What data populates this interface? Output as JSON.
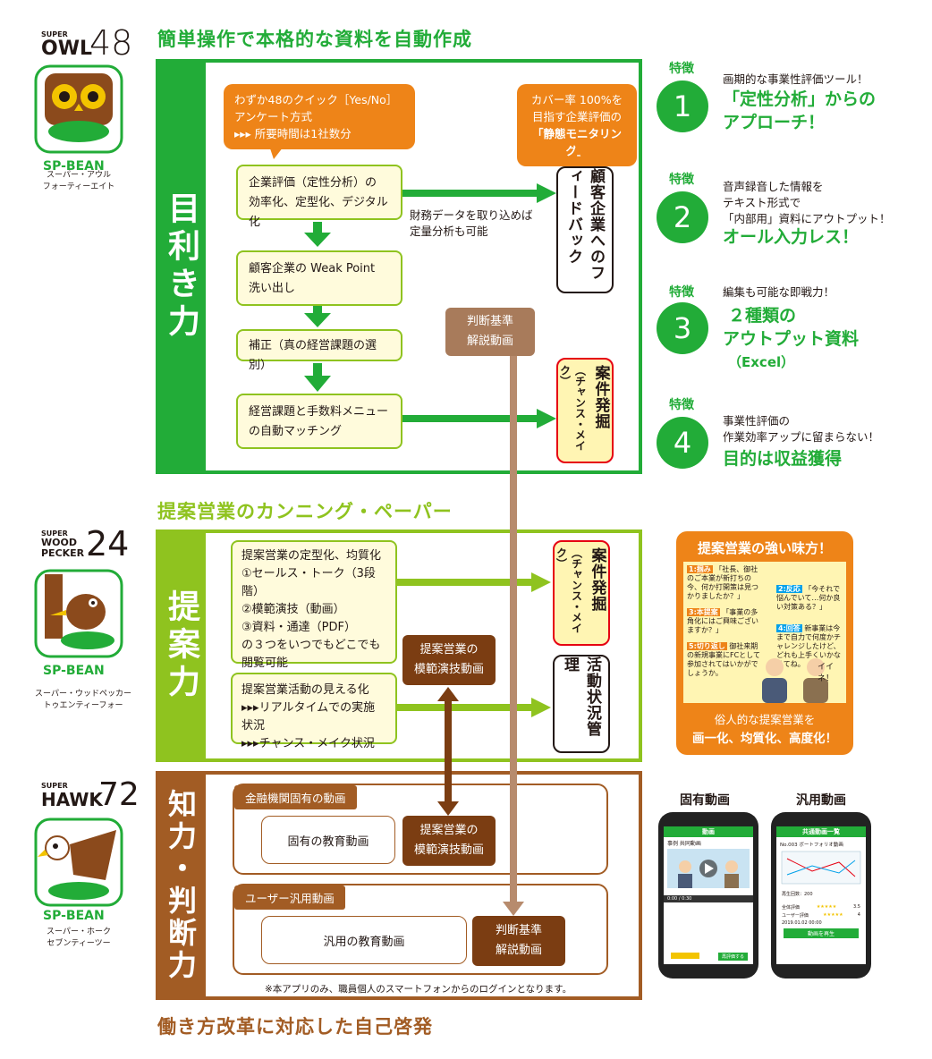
{
  "logos": {
    "owl": {
      "super": "SUPER",
      "name": "OWL",
      "num": "48",
      "brand": "SP-BEAN",
      "caption1": "スーパー・アウル",
      "caption2": "フォーティーエイト"
    },
    "woodpecker": {
      "super": "SUPER",
      "name1": "WOOD",
      "name2": "PECKER",
      "num": "24",
      "brand": "SP-BEAN",
      "caption1": "スーパー・ウッドペッカー",
      "caption2": "トゥエンティーフォー"
    },
    "hawk": {
      "super": "SUPER",
      "name": "HAWK",
      "num": "72",
      "brand": "SP-BEAN",
      "caption1": "スーパー・ホーク",
      "caption2": "セブンティーツー"
    }
  },
  "headings": {
    "section1": "簡単操作で本格的な資料を自動作成",
    "section2": "提案営業のカンニング・ペーパー",
    "section3": "働き方改革に対応した自己啓発"
  },
  "section1": {
    "band": "目利き力",
    "bubble_left": {
      "line1": "わずか48のクイック［Yes/No］",
      "line2": "アンケート方式",
      "line3": "▸▸▸ 所要時間は1社数分"
    },
    "bubble_right": {
      "line1": "カバー率 100%を",
      "line2": "目指す企業評価の",
      "line3": "「静態モニタリング」"
    },
    "steps": [
      {
        "line1": "企業評価（定性分析）の",
        "line2": "効率化、定型化、デジタル化"
      },
      {
        "line1": "顧客企業の Weak Point",
        "line2": "洗い出し"
      },
      {
        "line1": "補正（真の経営課題の選別）",
        "line2": ""
      },
      {
        "line1": "経営課題と手数料メニュー",
        "line2": "の自動マッチング"
      }
    ],
    "finance_note": {
      "line1": "財務データを取り込めば",
      "line2": "定量分析も可能"
    },
    "feedback": "顧客企業へのフィードバック",
    "criteria_video": {
      "line1": "判断基準",
      "line2": "解説動画"
    },
    "deal": "案件発掘",
    "deal_sub": "（チャンス・メイク）"
  },
  "features": [
    {
      "label": "特徴",
      "num": "1",
      "text1": "画期的な事業性評価ツール！",
      "hl1": "「定性分析」からの",
      "hl2": "アプローチ！",
      "hl3": ""
    },
    {
      "label": "特徴",
      "num": "2",
      "text1": "音声録音した情報を",
      "text2": "テキスト形式で",
      "text3": "「内部用」資料にアウトプット！",
      "hl1": "オール入力レス！"
    },
    {
      "label": "特徴",
      "num": "3",
      "text1": "編集も可能な即戦力！",
      "hl1": "２種類の",
      "hl2": "アウトプット資料",
      "hl3": "（Excel）"
    },
    {
      "label": "特徴",
      "num": "4",
      "text1": "事業性評価の",
      "text2": "作業効率アップに留まらない！",
      "hl1": "目的は収益獲得"
    }
  ],
  "section2": {
    "band": "提案力",
    "box1": [
      "提案営業の定型化、均質化",
      "①セールス・トーク（3段階）",
      "②模範演技（動画）",
      "③資料・通達（PDF）",
      "の３つをいつでもどこでも",
      "閲覧可能"
    ],
    "box2": [
      "提案営業活動の見える化",
      "▸▸▸リアルタイムでの実施状況",
      "▸▸▸チャンス・メイク状況"
    ],
    "model_video": {
      "line1": "提案営業の",
      "line2": "模範演技動画"
    },
    "deal": "案件発掘",
    "deal_sub": "（チャンス・メイク）",
    "activity": "活動状況管理"
  },
  "ally": {
    "title": "提案営業の強い味方！",
    "steps": [
      {
        "label": "1:掴み",
        "text": "「社長、御社のご本業が新打ちの今、何か打開策は見つかりましたか？」"
      },
      {
        "label": "2:反応",
        "text": "「今それで悩んでいて…何か良い対策ある？」"
      },
      {
        "label": "3:本提案",
        "text": "「事業の多角化にはご興味ございますか？」"
      },
      {
        "label": "4:回答",
        "text": "新事業は今まで自力で何度かチャレンジしたけど、どれも上手くいかなくてね。"
      },
      {
        "label": "5:切り返し",
        "text": "御社来期の新規事業にFCとして参加されてはいかがでしょうか。"
      }
    ],
    "nice": "イイネ！",
    "foot1": "俗人的な提案営業を",
    "foot2": "画一化、均質化、高度化！"
  },
  "section3": {
    "band": "知力・判断力",
    "card1_tag": "金融機関固有の動画",
    "card1_box": "固有の教育動画",
    "model_video": {
      "line1": "提案営業の",
      "line2": "模範演技動画"
    },
    "card2_tag": "ユーザー汎用動画",
    "card2_box": "汎用の教育動画",
    "criteria_video": {
      "line1": "判断基準",
      "line2": "解説動画"
    },
    "note": "※本アプリのみ、職員個人のスマートフォンからのログインとなります。"
  },
  "phones": {
    "left_label": "固有動画",
    "right_label": "汎用動画",
    "left_header": "動画",
    "left_sub": "事例 共同動画",
    "left_time": "0:00 / 0:30",
    "left_btn": "再評価する",
    "right_header": "共通動画一覧",
    "right_title": "No.003 ボートフォリオ動画",
    "right_score": "再生回数：200",
    "right_eval1": "全体評価",
    "right_eval1_val": "3.5",
    "right_eval2": "ユーザー評価",
    "right_eval2_val": "4",
    "right_date": "2019.01.02 00:00",
    "right_btn": "動画を再生"
  },
  "colors": {
    "green": "#22ac38",
    "lime": "#8fc31f",
    "brown": "#a25c24",
    "orange": "#ee8418",
    "dark_brown": "#7b3d12"
  }
}
